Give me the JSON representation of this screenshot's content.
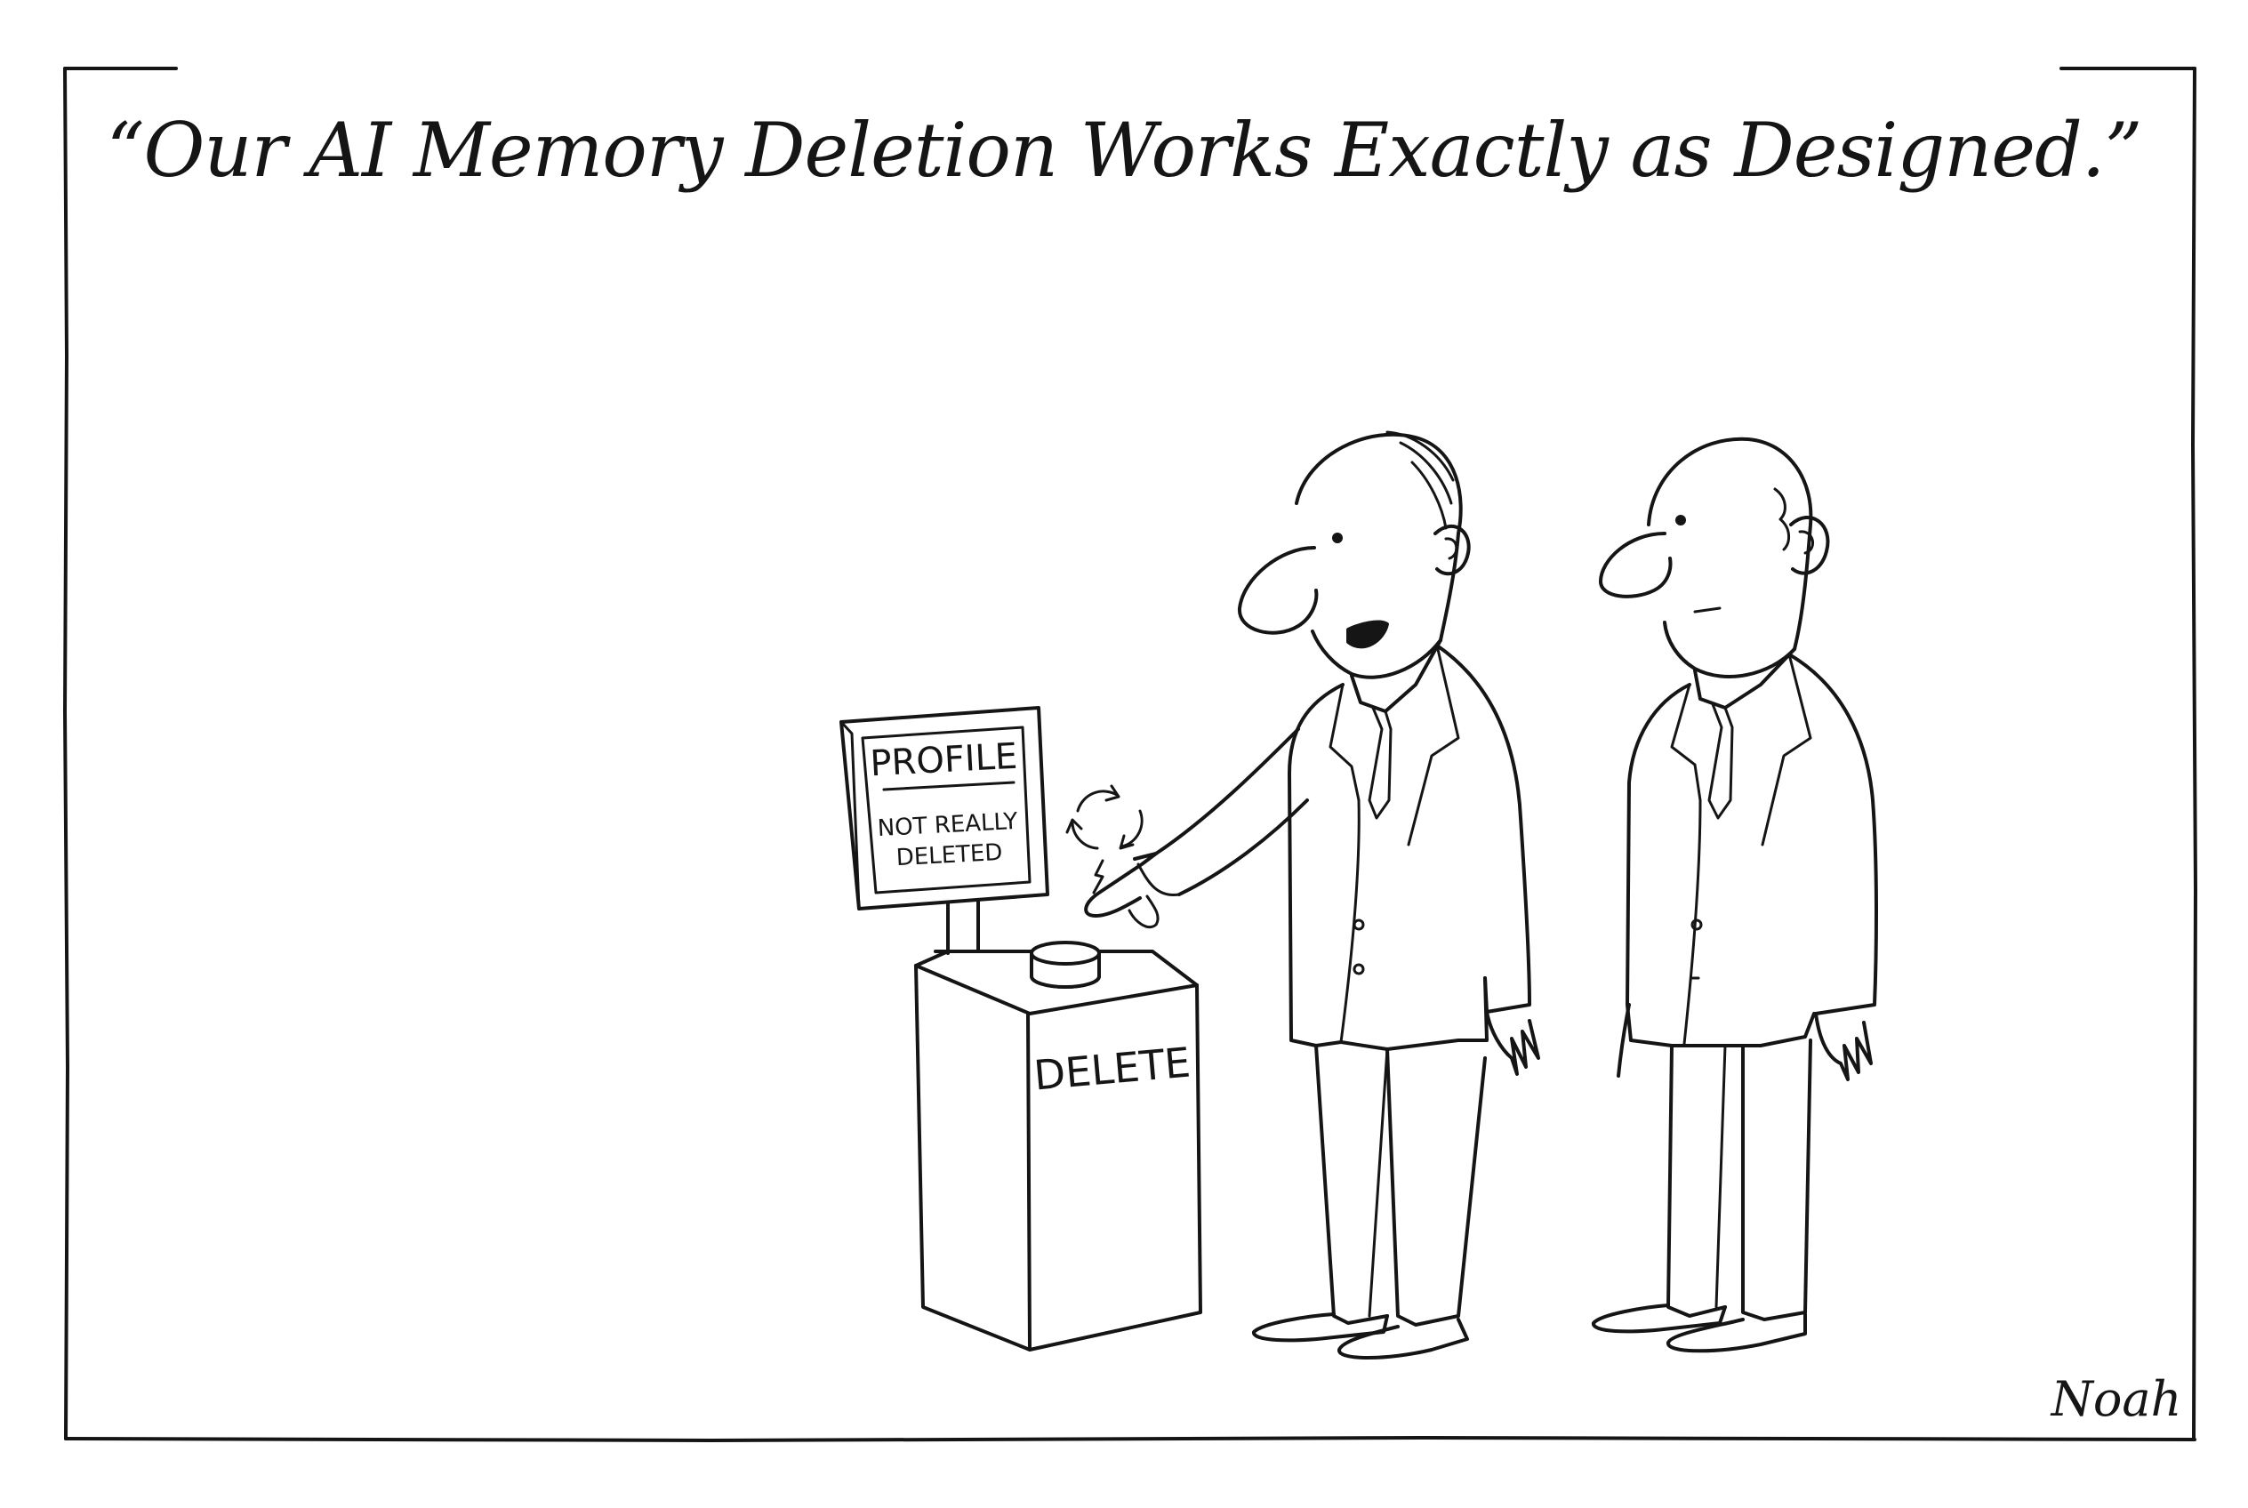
{
  "cartoon": {
    "caption": "“Our AI Memory Deletion Works Exactly as Designed.”",
    "monitor": {
      "heading": "PROFILE",
      "line1": "NOT REALLY",
      "line2": "DELETED"
    },
    "pedestal_label": "DELETE",
    "signature": "Noah"
  },
  "icons": {
    "refresh": "refresh-cycle-icon",
    "spark": "spark-icon"
  },
  "colors": {
    "ink": "#151515",
    "paper": "#ffffff"
  }
}
